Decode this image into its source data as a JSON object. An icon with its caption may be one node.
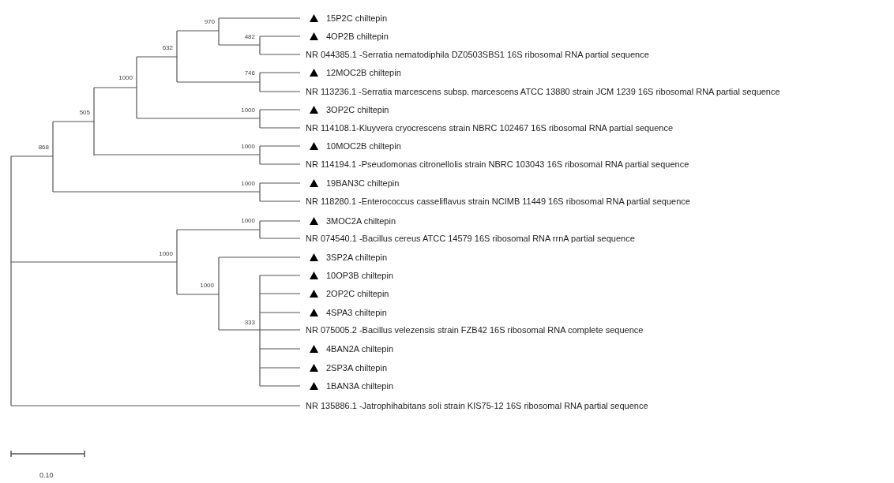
{
  "diagram": {
    "labels": [
      "15P2C chiltepin",
      "970",
      "482",
      "4OP2B chiltepin",
      "632",
      "NR 044385.1 -Serratia nematodiphila DZ0503SBS1 16S ribosomal RNA partial sequence",
      "746",
      "12MOC2B chiltepin",
      "1000",
      "NR 113236.1 -Serratia marcescens subsp. marcescens ATCC 13880 strain JCM 1239 16S ribosomal RNA partial sequence",
      "1000",
      "505",
      "3OP2C chiltepin",
      "NR 114108.1-Kluyvera cryocrescens strain NBRC 102467 16S ribosomal RNA partial sequence",
      "868",
      "1000",
      "10MOC2B chiltepin",
      "NR 114194.1 -Pseudomonas citronellolis strain NBRC 103043 16S ribosomal RNA partial sequence",
      "1000",
      "19BAN3C chiltepin",
      "NR 118280.1 -Enterococcus casseliflavus strain NCIMB 11449 16S ribosomal RNA partial sequence",
      "1000",
      "3MOC2A chiltepin",
      "NR 074540.1 -Bacillus cereus ATCC 14579 16S ribosomal RNA rrnA partial sequence",
      "1000",
      "3SP2A chiltepin",
      "1000",
      "10OP3B chiltepin",
      "2OP2C chiltepin",
      "4SPA3 chiltepin",
      "333",
      "NR 075005.2 -Bacillus velezensis strain FZB42 16S ribosomal RNA complete sequence",
      "4BAN2A chiltepin",
      "2SP3A chiltepin",
      "1BAN3A chiltepin",
      "NR 135886.1 -Jatrophihabitans soli strain KIS75-12 16S ribosomal RNA partial sequence",
      "0.10"
    ]
  }
}
